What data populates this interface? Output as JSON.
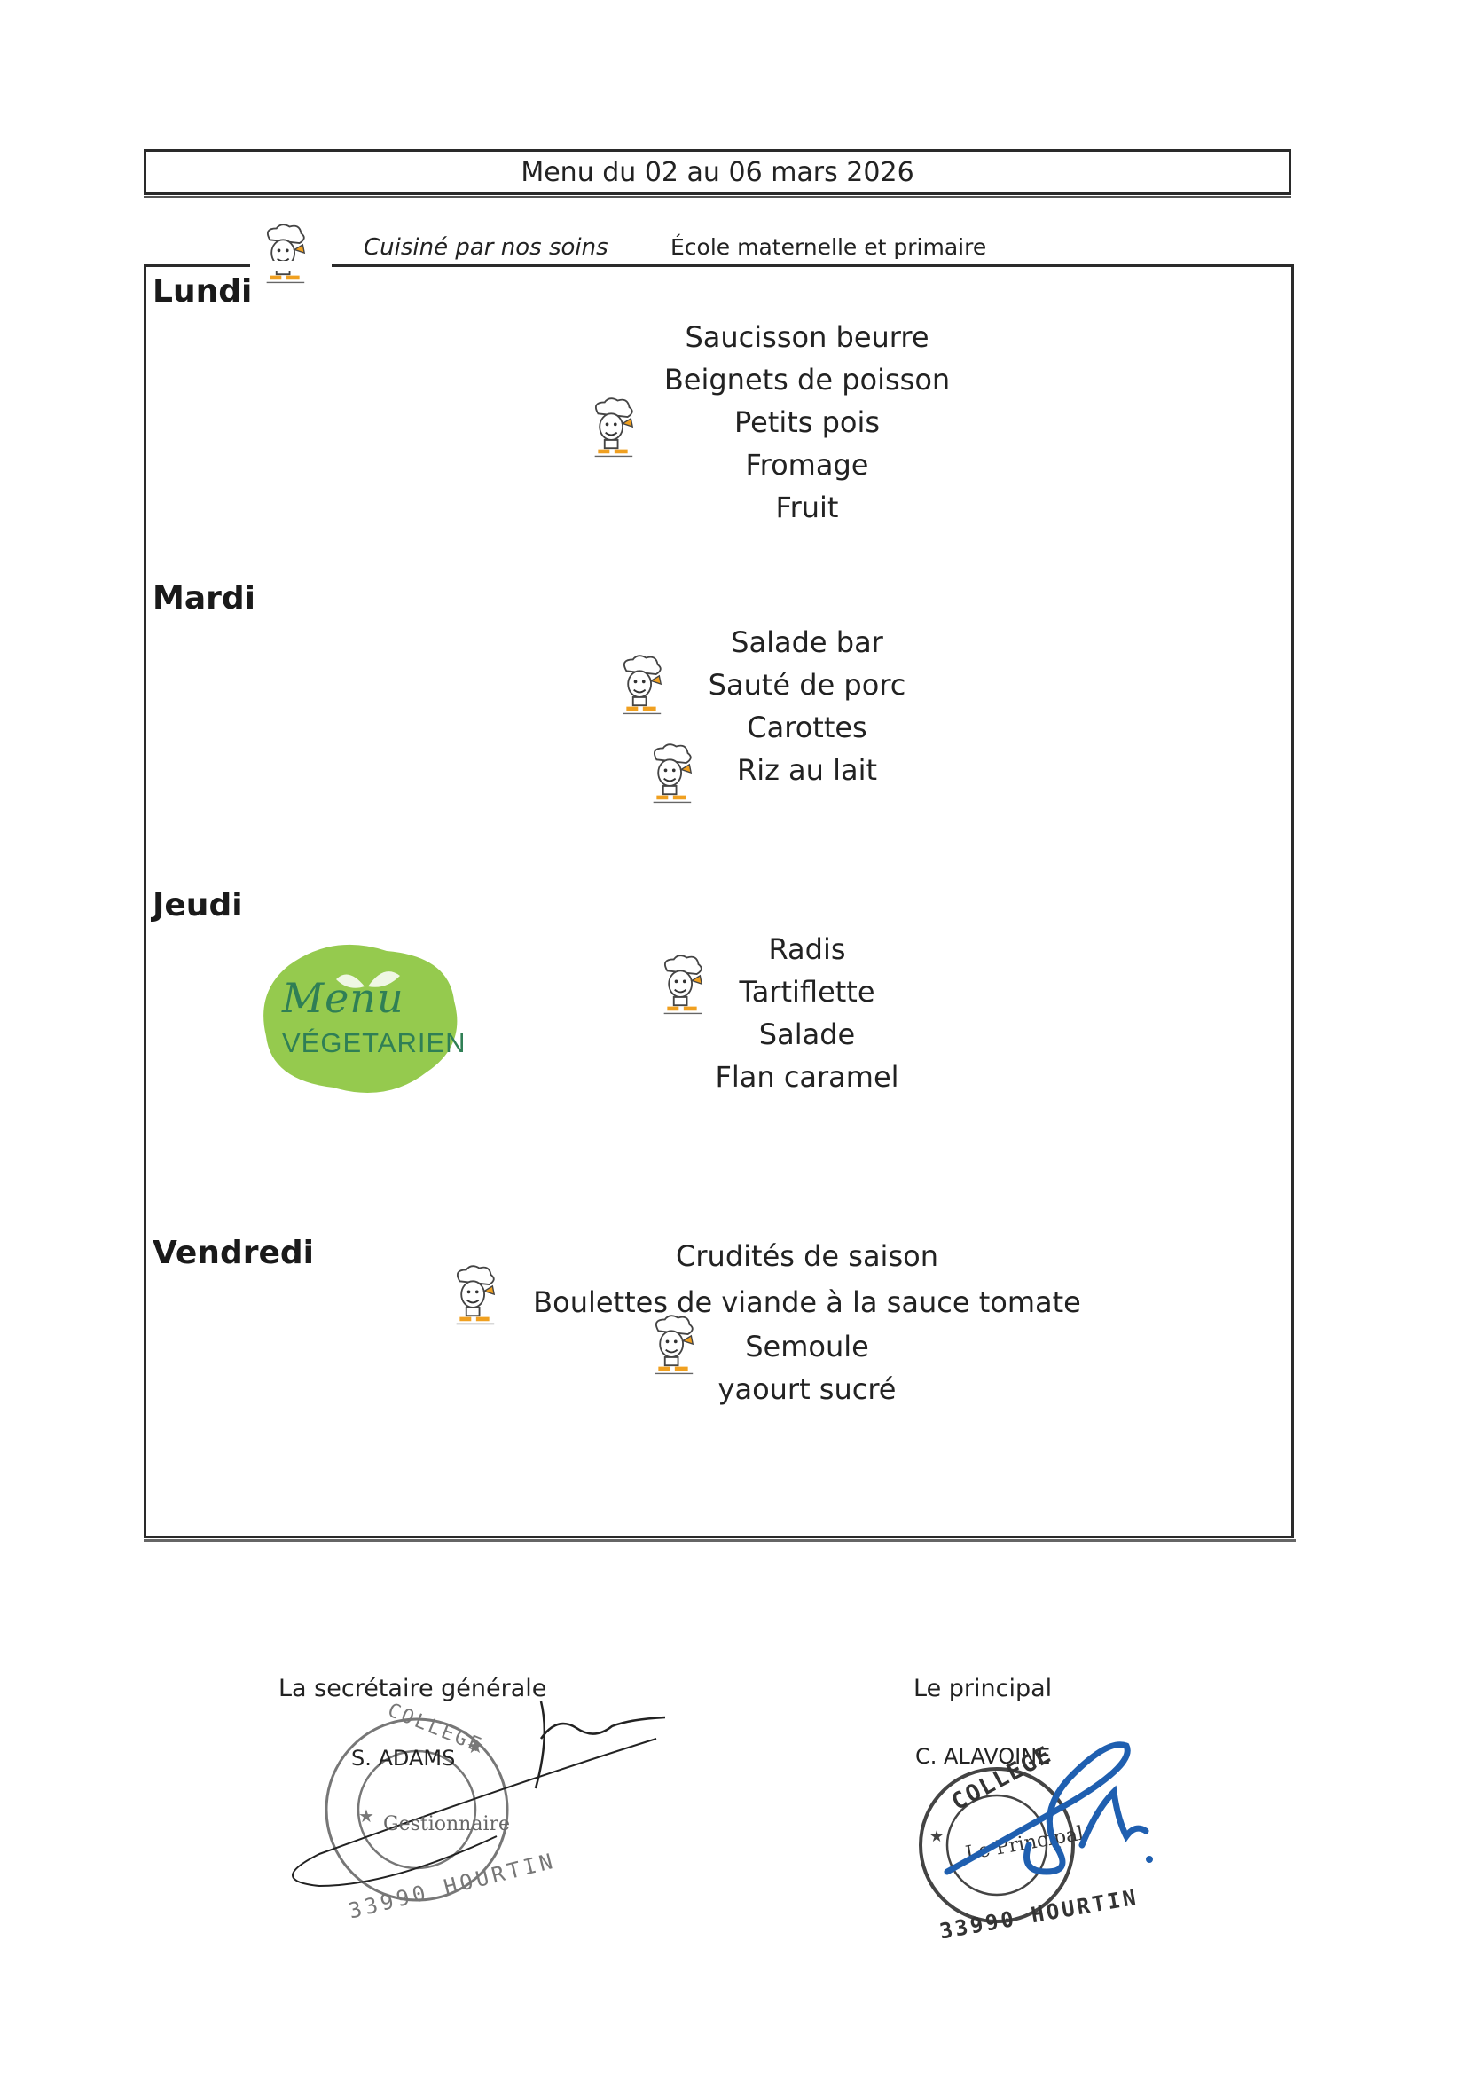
{
  "header": {
    "title": "Menu du 02 au 06 mars 2026",
    "tagline": "Cuisiné  par nos soins",
    "school": "École maternelle et primaire"
  },
  "days": [
    {
      "name": "Lundi",
      "dishes": [
        "Saucisson beurre",
        "Beignets de poisson",
        "Petits pois",
        "Fromage",
        "Fruit"
      ]
    },
    {
      "name": "Mardi",
      "dishes": [
        "Salade bar",
        "Sauté de porc",
        "Carottes",
        "Riz au lait"
      ]
    },
    {
      "name": "Jeudi",
      "dishes": [
        "Radis",
        "Tartiflette",
        "Salade",
        "Flan caramel"
      ]
    },
    {
      "name": "Vendredi",
      "dishes": [
        "Crudités de saison",
        "Boulettes de viande à la sauce tomate",
        "Semoule",
        "yaourt sucré"
      ]
    }
  ],
  "vegetarian_badge": {
    "line1": "Menu",
    "line2": "VÉGETARIEN"
  },
  "signatures": {
    "left": {
      "role": "La secrétaire générale",
      "name": "S. ADAMS",
      "stamp_top": "COLLEGE",
      "stamp_middle": "Gestionnaire",
      "stamp_bottom": "33990 HOURTIN"
    },
    "right": {
      "role": "Le principal",
      "name": "C. ALAVOINE",
      "stamp_top": "COLLEGE",
      "stamp_middle": "Le Principal",
      "stamp_bottom": "33990 HOURTIN"
    }
  },
  "colors": {
    "ink": "#1a1a1a",
    "veg_green": "#8cc63f",
    "veg_text": "#2f7f55",
    "signature_blue": "#1f5fb0",
    "stamp_gray": "#777777"
  },
  "icons": [
    "chef-icon",
    "vegetarian-badge",
    "stamp-icon",
    "signature-mark"
  ]
}
